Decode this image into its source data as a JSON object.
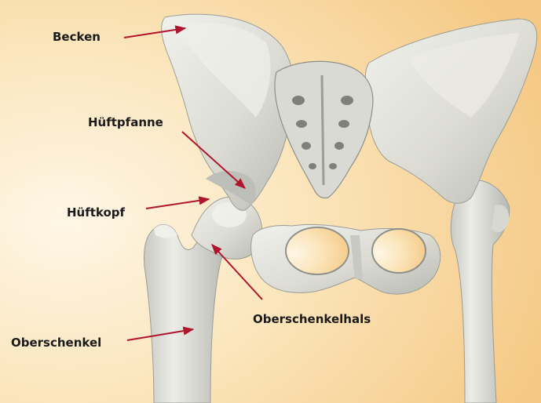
{
  "colors": {
    "background_light": "#fdf3de",
    "background_warm": "#f6cf8f",
    "bone": "#e3e3dd",
    "bone_shadow": "#a9aba4",
    "arrow": "#b0152e"
  },
  "labels": {
    "becken": "Becken",
    "hueftpfanne": "Hüftpfanne",
    "hueftkopf": "Hüftkopf",
    "oberschenkelhals": "Oberschenkelhals",
    "oberschenkel": "Oberschenkel"
  }
}
